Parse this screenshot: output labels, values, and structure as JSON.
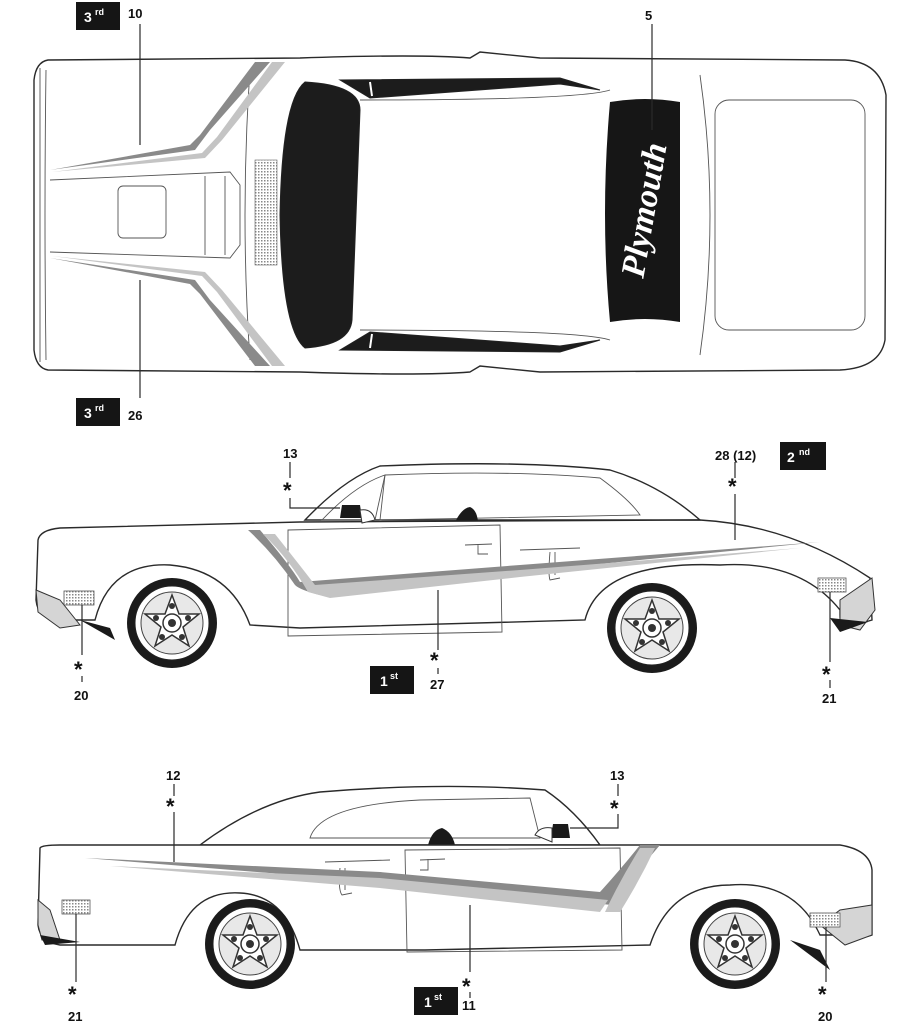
{
  "top_view": {
    "badge_top": {
      "main": "3",
      "sup": "rd"
    },
    "badge_bottom": {
      "main": "3",
      "sup": "rd"
    },
    "callout_hood_upper": "10",
    "callout_hood_lower": "26",
    "callout_trunk": "5",
    "trunk_logo": "Plymouth"
  },
  "side_view_upper": {
    "callout_mirror": "13",
    "callout_rear_stripe": "28 (12)",
    "badge_rear": {
      "main": "2",
      "sup": "nd"
    },
    "callout_front_marker": "20",
    "callout_body_stripe": "27",
    "badge_body": {
      "main": "1",
      "sup": "st"
    },
    "callout_rear_marker": "21"
  },
  "side_view_lower": {
    "callout_rear_stripe": "12",
    "callout_mirror": "13",
    "callout_rear_marker": "21",
    "callout_body_stripe": "11",
    "badge_body": {
      "main": "1",
      "sup": "st"
    },
    "callout_front_marker": "20"
  },
  "asterisk": "*"
}
